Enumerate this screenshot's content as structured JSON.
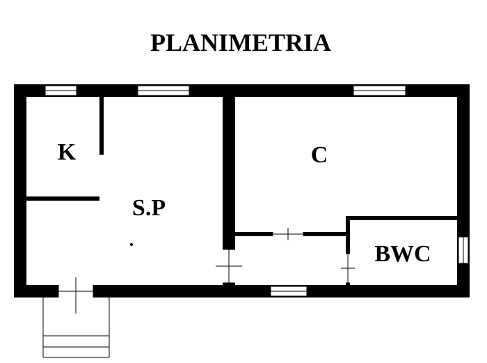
{
  "title": "PLANIMETRIA",
  "rooms": {
    "kitchen": "K",
    "living": "S.P",
    "bedroom": "C",
    "bathroom": "BWC"
  },
  "colors": {
    "wall": "#000000",
    "background": "#ffffff"
  }
}
